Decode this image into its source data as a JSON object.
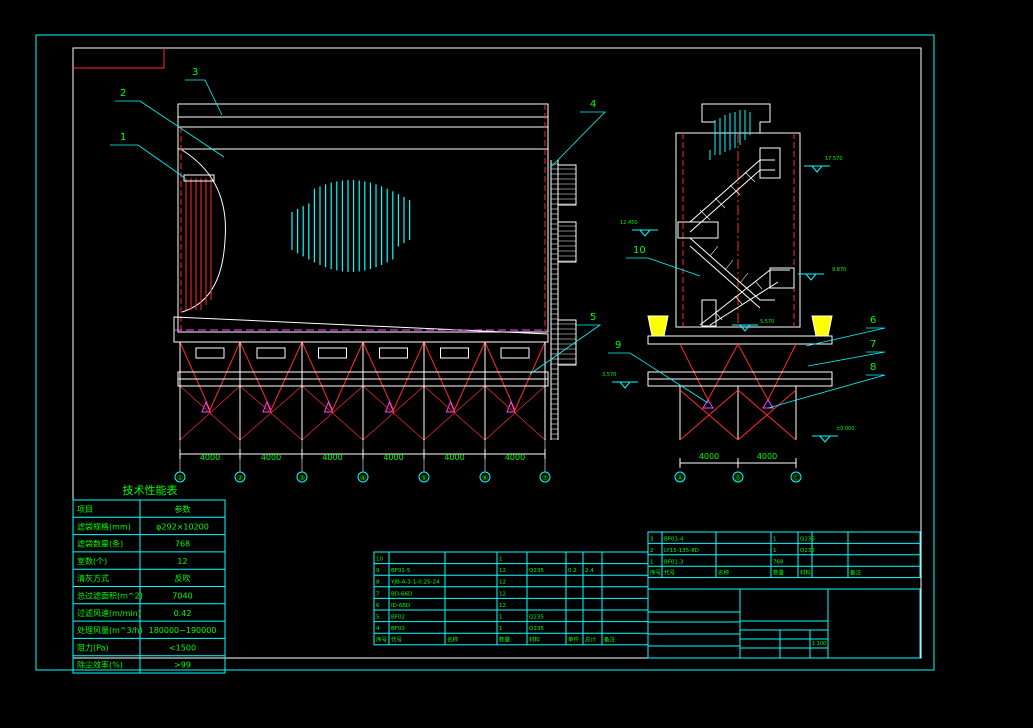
{
  "drawing": {
    "callouts": [
      "1",
      "2",
      "3",
      "4",
      "5",
      "6",
      "7",
      "8",
      "9",
      "10"
    ],
    "dimensions": {
      "side_spans": [
        "4000",
        "4000",
        "4000",
        "4000",
        "4000",
        "4000"
      ],
      "end_spans": [
        "4000",
        "4000"
      ]
    },
    "axes": {
      "side": [
        "①",
        "②",
        "③",
        "④",
        "⑤",
        "⑥",
        "⑦"
      ],
      "end": [
        "Ⓐ",
        "Ⓑ",
        "Ⓒ"
      ]
    },
    "levels": [
      "17.570",
      "12.450",
      "9.870",
      "5.570",
      "±0.000",
      "3.570"
    ]
  },
  "tech_table": {
    "title": "技术性能表",
    "header": [
      "项目",
      "参数"
    ],
    "rows": [
      [
        "滤袋规格(mm)",
        "φ292×10200"
      ],
      [
        "滤袋数量(条)",
        "768"
      ],
      [
        "室数(个)",
        "12"
      ],
      [
        "清灰方式",
        "反吹"
      ],
      [
        "总过滤面积(m^2)",
        "7040"
      ],
      [
        "过滤风速(m/min)",
        "0.42"
      ],
      [
        "处理风量(m^3/h)",
        "180000~190000"
      ],
      [
        "阻力(Pa)",
        "<1500"
      ],
      [
        "除尘效率(%)",
        ">99"
      ]
    ]
  },
  "parts_list_left": {
    "rows": [
      [
        "10",
        "",
        "",
        "1",
        "",
        "",
        "",
        ""
      ],
      [
        "9",
        "BF01-5",
        "",
        "12",
        "Q235",
        "0.2",
        "2.4",
        ""
      ],
      [
        "8",
        "YJB-A-3-1-0.25-24",
        "",
        "12",
        "",
        "",
        "",
        ""
      ],
      [
        "7",
        "BD-66D",
        "",
        "12",
        "",
        "",
        "",
        ""
      ],
      [
        "6",
        "ID-66D",
        "",
        "12",
        "",
        "",
        "",
        ""
      ],
      [
        "5",
        "BF02",
        "",
        "1",
        "Q235",
        "",
        "",
        ""
      ],
      [
        "4",
        "BF03",
        "",
        "1",
        "Q235",
        "",
        "",
        ""
      ]
    ],
    "header": [
      "序号",
      "代号",
      "名称",
      "数量",
      "材料",
      "单件",
      "总计",
      "备注"
    ]
  },
  "parts_list_right": {
    "rows": [
      [
        "3",
        "BF01-4",
        "",
        "1",
        "Q235",
        "",
        ""
      ],
      [
        "2",
        "LY15-135-8D",
        "",
        "1",
        "Q235",
        "",
        ""
      ],
      [
        "1",
        "BF01-3",
        "",
        "768",
        "",
        "",
        ""
      ]
    ],
    "header": [
      "序号",
      "代号",
      "名称",
      "数量",
      "材料",
      "",
      "备注"
    ]
  },
  "title_block": {
    "drawing_title": "",
    "scale": "1:100"
  },
  "colors": {
    "frame": "#00ffff",
    "structure": "#ffffff",
    "hidden": "#ff2a2a",
    "callout": "#00ffff",
    "accent": "#00ffff",
    "text": "#00ff00",
    "fill_yellow": "#ffff00",
    "table": "#00ffff"
  }
}
